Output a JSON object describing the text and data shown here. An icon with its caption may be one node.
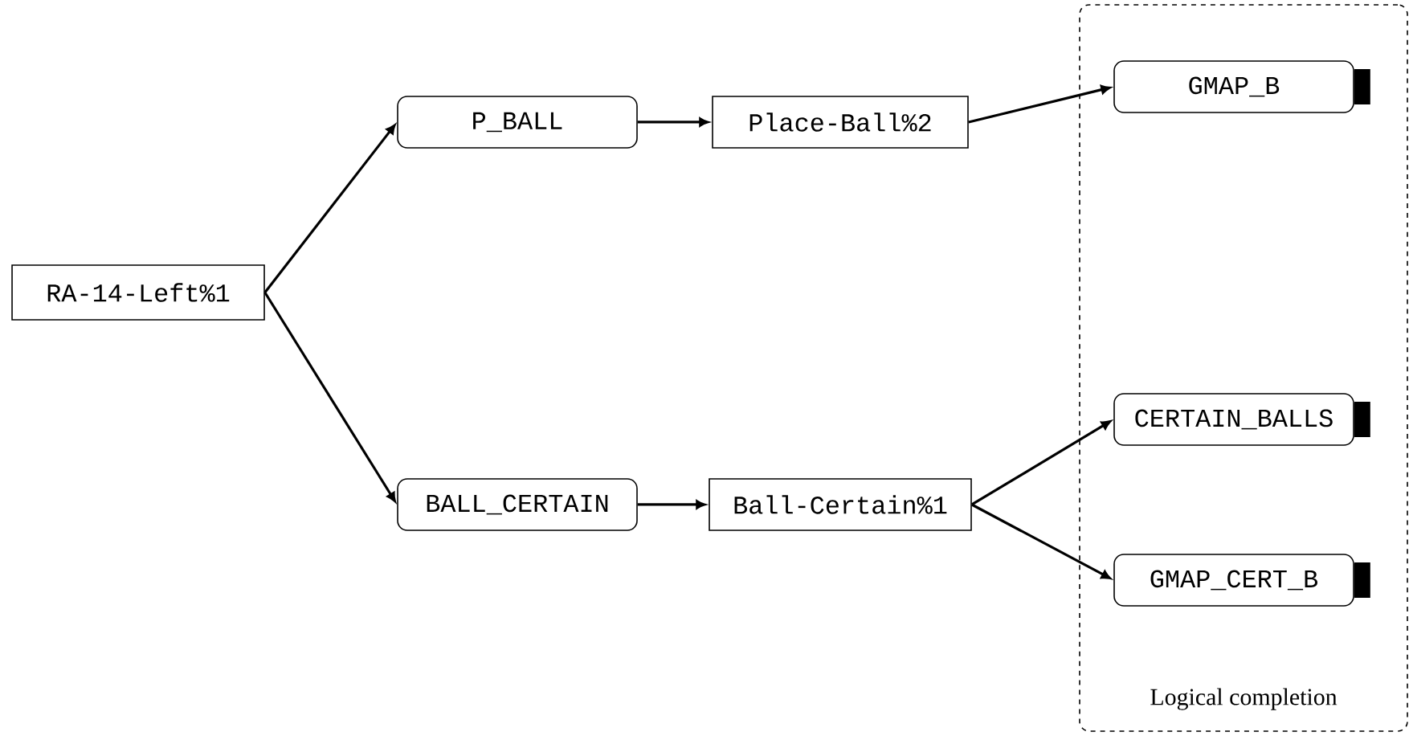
{
  "diagram": {
    "nodes": [
      {
        "text": [
          "RA-14-Left%1"
        ]
      },
      {
        "text": [
          "P_BALL"
        ]
      },
      {
        "text": [
          "Place-Ball%2"
        ]
      },
      {
        "text": [
          "BALL_CERTAIN"
        ]
      },
      {
        "text": [
          "Ball-Certain%1"
        ]
      },
      {
        "text": [
          "Logical completion"
        ]
      },
      {
        "text": [
          "GMAP_B"
        ],
        "in": 5
      },
      {
        "text": [
          "CERTAIN_BALLS"
        ],
        "in": 5
      },
      {
        "text": [
          "GMAP_CERT_B"
        ],
        "in": 5
      }
    ],
    "edges": [
      {
        "from": 0,
        "to": 1,
        "arrow": "to"
      },
      {
        "from": 0,
        "to": 3,
        "arrow": "to"
      },
      {
        "from": 1,
        "to": 2,
        "arrow": "to"
      },
      {
        "from": 2,
        "to": 6,
        "arrow": "to"
      },
      {
        "from": 3,
        "to": 4,
        "arrow": "to"
      },
      {
        "from": 4,
        "to": 7,
        "arrow": "to"
      },
      {
        "from": 4,
        "to": 8,
        "arrow": "to"
      }
    ]
  }
}
